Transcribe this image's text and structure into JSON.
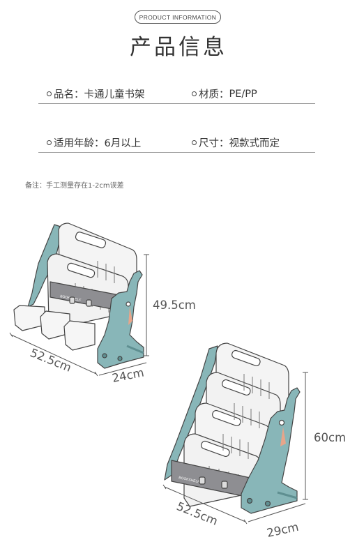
{
  "header": {
    "badge": "PRODUCT INFORMATION",
    "title": "产品信息"
  },
  "info": {
    "rows": [
      [
        {
          "label": "品名",
          "value": "卡通儿童书架"
        },
        {
          "label": "材质",
          "value": "PE/PP"
        }
      ],
      [
        {
          "label": "适用年龄",
          "value": "6月以上"
        },
        {
          "label": "尺寸",
          "value": "视款式而定"
        }
      ]
    ],
    "separator": "："
  },
  "note": "备注：手工测量存在1-2cm误差",
  "products": [
    {
      "name": "small-shelf",
      "dimensions": {
        "height": "49.5cm",
        "width": "52.5cm",
        "depth": "24cm"
      },
      "brand_mark": "BOOKSHELF"
    },
    {
      "name": "large-shelf",
      "dimensions": {
        "height": "60cm",
        "width": "52.5cm",
        "depth": "29cm"
      },
      "brand_mark": "BOOKSHELF"
    }
  ],
  "colors": {
    "teal": "#88b6b8",
    "teal_dark": "#5f8f91",
    "gray_panel": "#8e8e92",
    "panel_white": "#f4f4f4",
    "pink_accent": "#e8a58a",
    "outline": "#444444"
  }
}
